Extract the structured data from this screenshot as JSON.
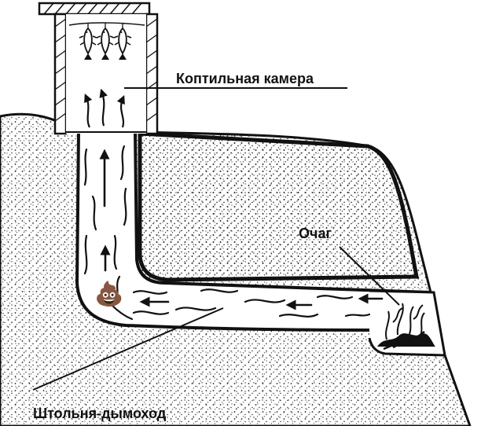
{
  "labels": {
    "chamber": "Коптильная камера",
    "hearth": "Очаг",
    "flue": "Штольня-дымоход"
  },
  "emoji": {
    "poop": "💩"
  },
  "icons": [
    "fish-icon",
    "arrow-up-icon",
    "arrow-left-icon",
    "fire-icon"
  ],
  "colors": {
    "ink": "#111111",
    "ground": "#ffffff",
    "wall": "#1a1a1a"
  }
}
